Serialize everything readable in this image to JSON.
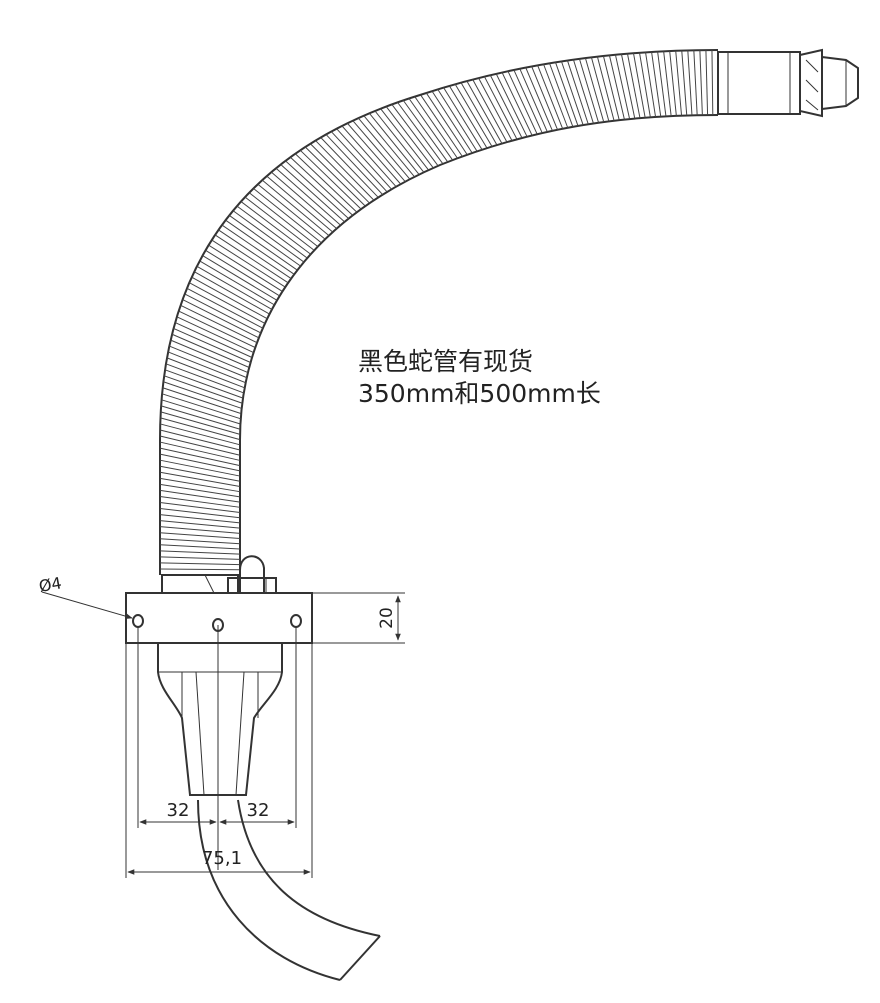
{
  "note": {
    "line1": "黑色蛇管有现货",
    "line2": "350mm和500mm长"
  },
  "dimensions": {
    "hole_diameter": "Ø4",
    "plate_height": "20",
    "left_offset": "32",
    "right_offset": "32",
    "overall_width": "75,1"
  }
}
